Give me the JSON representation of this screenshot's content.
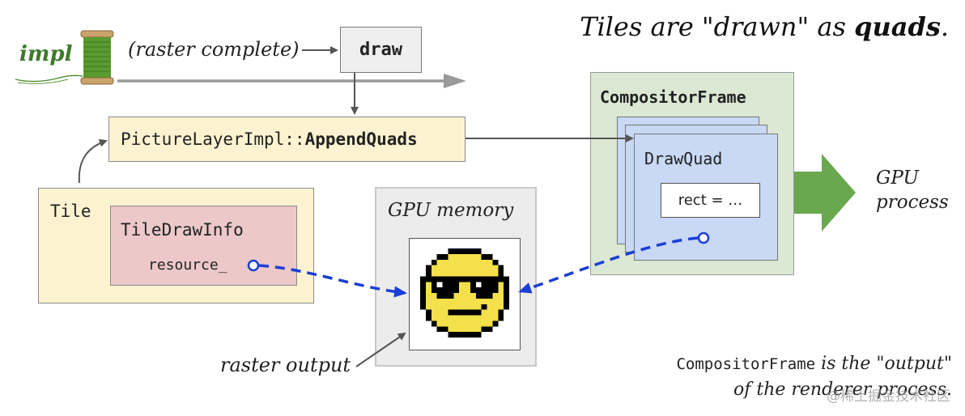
{
  "title": {
    "prefix": "Tiles are \"drawn\" as ",
    "bold": "quads",
    "suffix": "."
  },
  "thread": {
    "label": "impl"
  },
  "raster_complete": "(raster complete)",
  "draw": "draw",
  "append_quads": {
    "prefix": "PictureLayerImpl::",
    "bold": "AppendQuads"
  },
  "tile": {
    "label": "Tile",
    "draw_info": "TileDrawInfo",
    "resource": "resource_"
  },
  "gpu_memory": {
    "label": "GPU memory",
    "raster_output": "raster output"
  },
  "compositor_frame": {
    "label": "CompositorFrame",
    "draw_quad": "DrawQuad",
    "rect": "rect = …"
  },
  "gpu_process": {
    "line1": "GPU",
    "line2": "process"
  },
  "caption": {
    "mono": "CompositorFrame",
    "line1_rest": " is the \"output\"",
    "line2": "of the renderer process."
  },
  "watermark": "@稀土掘金技术社区",
  "colors": {
    "tile_fill": "#fdf3d0",
    "tile_border": "#8a8a8a",
    "draw_info_fill": "#ecc8c8",
    "gpu_mem_fill": "#ececec",
    "frame_fill": "#dbe8d4",
    "quad_fill": "#c8d8f5",
    "pointer_blue": "#1a3ed6",
    "gpu_arrow": "#6aa84f",
    "impl_green": "#3e7a2a"
  }
}
